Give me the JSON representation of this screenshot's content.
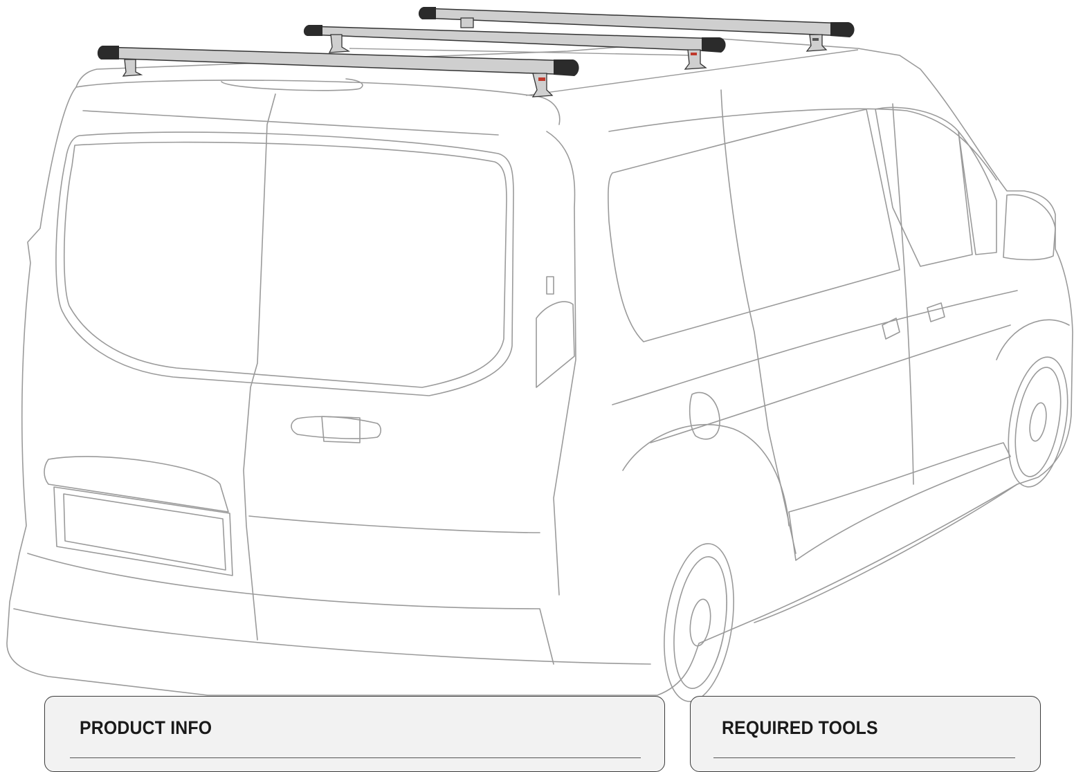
{
  "illustration": {
    "subject": "van-with-roof-bars",
    "roof_bar_count": 3,
    "colors": {
      "vehicle_outline": "#9a9a9a",
      "bar_fill": "#cfcfcf",
      "bar_stroke": "#333333",
      "end_cap": "#2b2b2b",
      "brand_mark": "#c0392b"
    }
  },
  "panels": {
    "product_info": {
      "title": "PRODUCT INFO"
    },
    "required_tools": {
      "title": "REQUIRED TOOLS"
    }
  }
}
